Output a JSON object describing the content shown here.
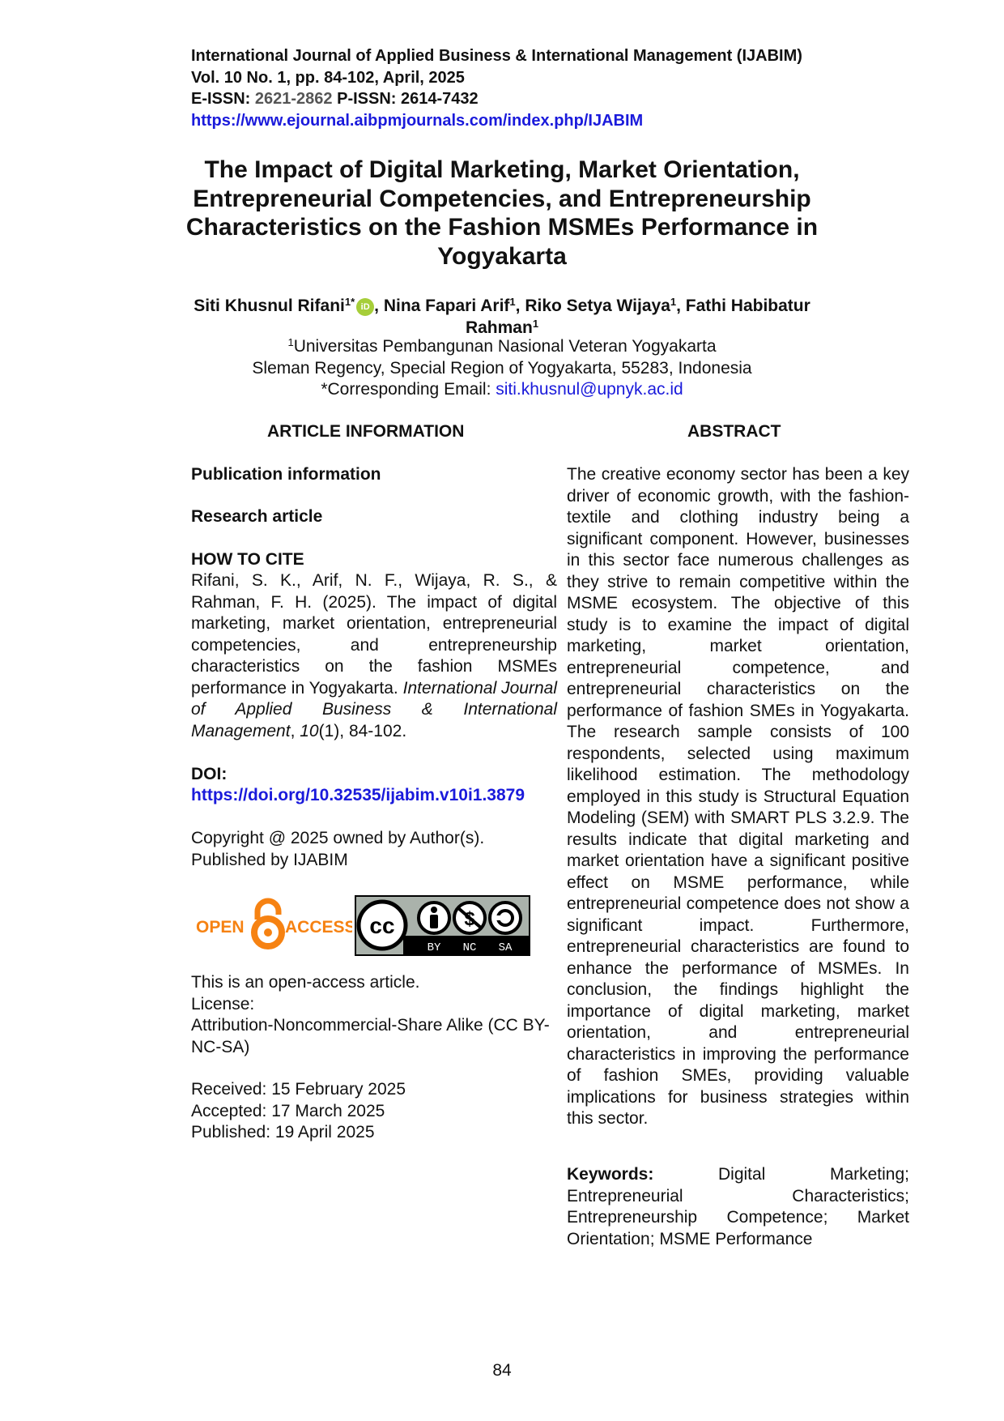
{
  "header": {
    "journal": "International Journal of Applied Business & International Management (IJABIM)",
    "volume": "Vol. 10 No. 1, pp. 84-102, April, 2025",
    "eissn_label": "E-ISSN: ",
    "eissn": "2621-2862",
    "pissn": " P-ISSN: 2614-7432",
    "url": "https://www.ejournal.aibpmjournals.com/index.php/IJABIM"
  },
  "title": "The Impact of Digital Marketing, Market Orientation, Entrepreneurial Competencies, and Entrepreneurship Characteristics on the Fashion MSMEs Performance in Yogyakarta",
  "authors": {
    "a1": "Siti Khusnul Rifani",
    "a1_sup": "1*",
    "orcid": "iD",
    "a2": ", Nina Fapari Arif",
    "a2_sup": "1",
    "a3": ", Riko Setya Wijaya",
    "a3_sup": "1",
    "a4": ", Fathi Habibatur Rahman",
    "a4_sup": "1"
  },
  "affiliation": {
    "sup": "1",
    "university": "Universitas Pembangunan Nasional Veteran Yogyakarta",
    "address": "Sleman Regency, Special Region of Yogyakarta, 55283, Indonesia",
    "email_label": "*Corresponding Email: ",
    "email": "siti.khusnul@upnyk.ac.id"
  },
  "article_info": {
    "heading": "ARTICLE INFORMATION",
    "pub_info": "Publication information",
    "type": "Research article",
    "cite_heading": "HOW TO CITE",
    "cite_text": "Rifani, S. K., Arif, N. F., Wijaya, R. S., & Rahman, F. H. (2025). The impact of digital marketing, market orientation, entrepreneurial competencies, and entrepreneurship characteristics on the fashion MSMEs performance in Yogyakarta. ",
    "cite_journal": "International Journal of Applied Business & International Management",
    "cite_comma": ", ",
    "cite_volume": "10",
    "cite_issue_pages": "(1), 84-102.",
    "doi_label": "DOI:",
    "doi": "https://doi.org/10.32535/ijabim.v10i1.3879",
    "copyright": "Copyright @ 2025 owned by Author(s). Published by IJABIM",
    "oa_open": "OPEN",
    "oa_access": "ACCESS",
    "cc_labels": [
      "BY",
      "NC",
      "SA"
    ],
    "license_intro": "This is an open-access article.",
    "license_label": "License:",
    "license": "Attribution-Noncommercial-Share Alike (CC BY-NC-SA)",
    "received": "Received: 15 February 2025",
    "accepted": "Accepted: 17 March 2025",
    "published": "Published: 19 April 2025"
  },
  "abstract": {
    "heading": "ABSTRACT",
    "text": "The creative economy sector has been a key driver of economic growth, with the fashion-textile and clothing industry being a significant component. However, businesses in this sector face numerous challenges as they strive to remain competitive within the MSME ecosystem. The objective of this study is to examine the impact of digital marketing, market orientation, entrepreneurial competence, and entrepreneurial characteristics on the performance of fashion SMEs in Yogyakarta. The research sample consists of 100 respondents, selected using maximum likelihood estimation. The methodology employed in this study is Structural Equation Modeling (SEM) with SMART PLS 3.2.9. The results indicate that digital marketing and market orientation have a significant positive effect on MSME performance, while entrepreneurial competence does not show a significant impact. Furthermore, entrepreneurial characteristics are found to enhance the performance of MSMEs. In conclusion, the findings highlight the importance of digital marketing, market orientation, and entrepreneurial characteristics in improving the performance of fashion SMEs, providing valuable implications for business strategies within this sector.",
    "keywords_label": "Keywords:",
    "keywords": " Digital Marketing; Entrepreneurial Characteristics; Entrepreneurship Competence; Market Orientation; MSME Performance"
  },
  "page_number": "84"
}
